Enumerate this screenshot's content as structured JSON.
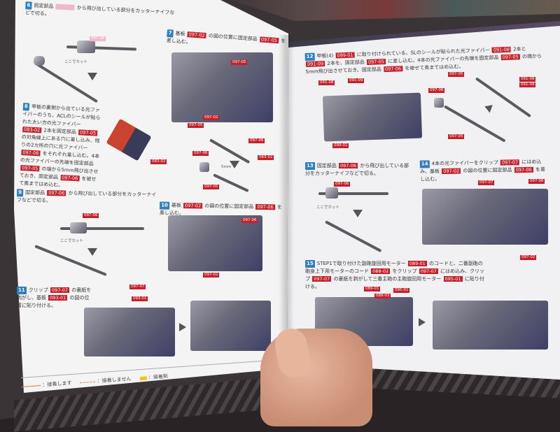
{
  "labels": {
    "cut_here": "ここでカット",
    "five_mm": "5mm"
  },
  "steps": [
    {
      "num": "6",
      "segments": [
        {
          "t": "固定部品 "
        },
        {
          "code": "097-05",
          "faded": true
        },
        {
          "t": " から飛び出している部分をカッターナイフなどで切る。"
        }
      ]
    },
    {
      "num": "7",
      "segments": [
        {
          "t": "基板 "
        },
        {
          "code": "097-02"
        },
        {
          "t": " の図の位置に固定部品 "
        },
        {
          "code": "097-05"
        },
        {
          "t": " を差し込む。"
        }
      ]
    },
    {
      "num": "8",
      "segments": [
        {
          "t": "甲板の裏側から出ている光ファイバーのうち、ACLのシールが貼られた太い方の光ファイバー "
        },
        {
          "code": "083-02"
        },
        {
          "t": " 2本を固定部品 "
        },
        {
          "code": "097-05"
        },
        {
          "t": " の対角線上にある穴に差し込み、残りの2カ所の穴に光ファイバー "
        },
        {
          "code": "097-06"
        },
        {
          "t": " をそれぞれ差し込む。4本の光ファイバーの先端を固定部品 "
        },
        {
          "code": "097-05"
        },
        {
          "t": " の端から5mm飛び出させておき、固定部品 "
        },
        {
          "code": "097-06"
        },
        {
          "t": " を被せて奥まではめ込む。"
        }
      ]
    },
    {
      "num": "9",
      "segments": [
        {
          "t": "固定部品 "
        },
        {
          "code": "097-06"
        },
        {
          "t": " から飛び出している部分をカッターナイフなどで切る。"
        }
      ]
    },
    {
      "num": "10",
      "segments": [
        {
          "t": "基板 "
        },
        {
          "code": "097-02"
        },
        {
          "t": " の図の位置に固定部品 "
        },
        {
          "code": "097-06"
        },
        {
          "t": " を差し込む。"
        }
      ]
    },
    {
      "num": "11",
      "segments": [
        {
          "t": "クリップ "
        },
        {
          "code": "097-07"
        },
        {
          "t": " の裏紙を剥がし、基板 "
        },
        {
          "code": "093-01"
        },
        {
          "t": " の図の位置に貼り付ける。"
        }
      ]
    },
    {
      "num": "12",
      "segments": [
        {
          "t": "甲板(4) "
        },
        {
          "code": "099-01"
        },
        {
          "t": " に取り付けられている、SLのシールが貼られた光ファイバー "
        },
        {
          "code": "091-08"
        },
        {
          "t": " 2本と "
        },
        {
          "code": "091-09"
        },
        {
          "t": " 2本を、固定部品 "
        },
        {
          "code": "097-05"
        },
        {
          "t": " に差し込む。4本の光ファイバーの先端を固定部品 "
        },
        {
          "code": "097-05"
        },
        {
          "t": " の端から5mm飛び出させておき、固定部品 "
        },
        {
          "code": "097-06"
        },
        {
          "t": " を被せて奥まではめ込む。"
        }
      ]
    },
    {
      "num": "13",
      "segments": [
        {
          "t": "固定部品 "
        },
        {
          "code": "097-06"
        },
        {
          "t": " から飛び出している部分をカッターナイフなどで切る。"
        }
      ]
    },
    {
      "num": "14",
      "segments": [
        {
          "t": "4本の光ファイバーをクリップ "
        },
        {
          "code": "097-07"
        },
        {
          "t": " にはめ込み、基板 "
        },
        {
          "code": "097-02"
        },
        {
          "t": " の図の位置に固定部品 "
        },
        {
          "code": "097-06"
        },
        {
          "t": " を差し込む。"
        }
      ]
    },
    {
      "num": "15",
      "segments": [
        {
          "t": "STEP1で取り付けた副砲旋回用モーター "
        },
        {
          "code": "089-01"
        },
        {
          "t": " のコードと、二番副砲の砲身上下用モーターのコード "
        },
        {
          "code": "088-02"
        },
        {
          "t": " をクリップ "
        },
        {
          "code": "097-07"
        },
        {
          "t": " にはめ込み、クリップ "
        },
        {
          "code": "097-07"
        },
        {
          "t": " の裏紙を剥がして三番主砲の主砲旋回用モーター "
        },
        {
          "code": "095-01"
        },
        {
          "t": " に貼り付ける。"
        }
      ]
    }
  ],
  "callouts": {
    "s6": "097-05",
    "s7a": "097-05",
    "s7b": "097-02",
    "s8a": "083-02",
    "s8b": "097-05",
    "s8c": "097-06",
    "s8d": "083-02",
    "s8e": "097-06",
    "s8f": "097-05",
    "s9": "097-06",
    "s10a": "097-06",
    "s10b": "097-02",
    "s11a": "097-07",
    "s11b": "093-01",
    "s12a": "091-08",
    "s12b": "091-09",
    "s12c": "099-01",
    "s12d": "097-05",
    "s12e": "097-06",
    "s12f": "091-08",
    "s12g": "091-09",
    "s12h": "097-05",
    "s13": "097-06",
    "s14a": "097-07",
    "s14b": "097-06",
    "s14c": "097-02",
    "s15a": "089-01",
    "s15b": "088-02",
    "s15c": "095-01"
  },
  "legend": {
    "glued": "：接着します",
    "not_glued": "：接着しません",
    "adhesive": "：接着剤"
  },
  "colors": {
    "step_badge": "#2c7fc6",
    "part_code": "#c8202a",
    "glue": "#f2c21b",
    "arrow": "#d87a40"
  }
}
